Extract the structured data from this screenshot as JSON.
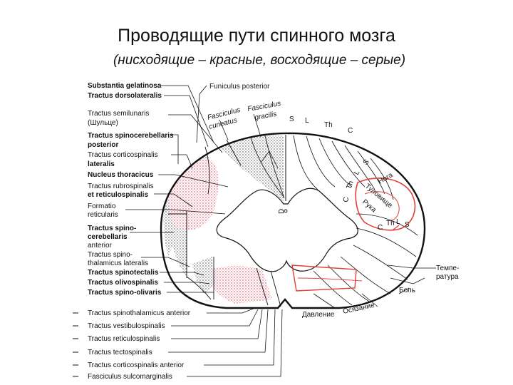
{
  "title": "Проводящие пути спинного мозга",
  "subtitle": "(нисходящие – красные, восходящие – серые)",
  "colors": {
    "descending": "#e0413a",
    "descending_fill": "#f4b8c0",
    "ascending_fill": "#c8c8c8",
    "outline": "#111111"
  },
  "left_labels": [
    "Substantia gelatinosa",
    "Tractus dorsolateralis",
    "Tractus semilunaris",
    "(Шульце)",
    "Tractus spinocerebellaris",
    "posterior",
    "Tractus corticospinalis",
    "lateralis",
    "Nucleus thoracicus",
    "Tractus rubrospinalis",
    "et reticulospinalis",
    "Formatio",
    "reticularis",
    "Tractus spino-",
    "cerebellaris",
    "anterior",
    "Tractus spino-",
    "thalamicus lateralis",
    "Tractus spinotectalis",
    "Tractus olivospinalis",
    "Tractus spino-olivaris",
    "Tractus spinothalamicus anterior",
    "Tractus vestibulospinalis",
    "Tractus reticulospinalis",
    "Tractus tectospinalis",
    "Tractus corticospinalis anterior",
    "Fasciculus sulcomarginalis"
  ],
  "top_labels": {
    "funiculus_posterior": "Funiculus posterior",
    "fasciculus": "Fasciculus",
    "cuneatus": "cuneatus",
    "gracilis": "gracilis",
    "s": "S",
    "l": "L",
    "th": "Th",
    "c": "C"
  },
  "right_labels": {
    "noga": "Нога",
    "tulovishche": "Туловище",
    "ruka": "Рука",
    "c_left": "C",
    "th_left": "Th",
    "l_left": "L",
    "s_left": "S",
    "c_small": "C",
    "th_small": "Th",
    "l_small": "L",
    "s_small": "S",
    "tempe": "Темпе-",
    "ratura": "ратура",
    "bol": "Боль",
    "davlenie": "Давление",
    "osyazanie": "Осязание",
    "d": "D"
  }
}
